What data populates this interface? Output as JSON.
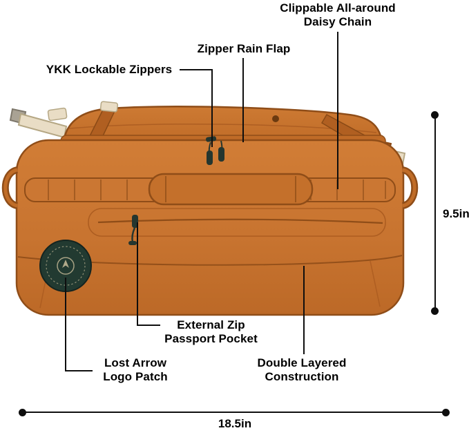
{
  "callouts": {
    "daisy_chain": {
      "line1": "Clippable All-around",
      "line2": "Daisy Chain"
    },
    "rain_flap": {
      "text": "Zipper Rain Flap"
    },
    "lockable_zippers": {
      "text": "YKK Lockable Zippers"
    },
    "passport_pocket": {
      "line1": "External Zip",
      "line2": "Passport Pocket"
    },
    "logo_patch": {
      "line1": "Lost Arrow",
      "line2": "Logo Patch"
    },
    "double_layered": {
      "line1": "Double Layered",
      "line2": "Construction"
    }
  },
  "dimensions": {
    "height": "9.5in",
    "width": "18.5in"
  },
  "colors": {
    "bag_orange": "#c87430",
    "bag_outline": "#8f4d18",
    "logo_patch_green": "#223a31",
    "strap_cream": "#e9ddc5",
    "annotation_black": "#0e0e0e"
  }
}
